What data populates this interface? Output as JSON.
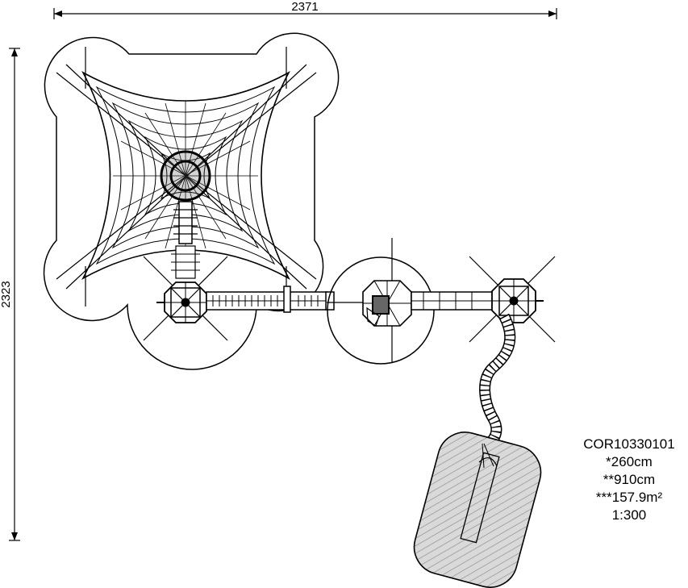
{
  "dimensions": {
    "width_label": "2371",
    "height_label": "2323"
  },
  "specs": {
    "code": "COR10330101",
    "height": "*260cm",
    "length": "**910cm",
    "area": "***157.9m²",
    "scale": "1:300"
  }
}
